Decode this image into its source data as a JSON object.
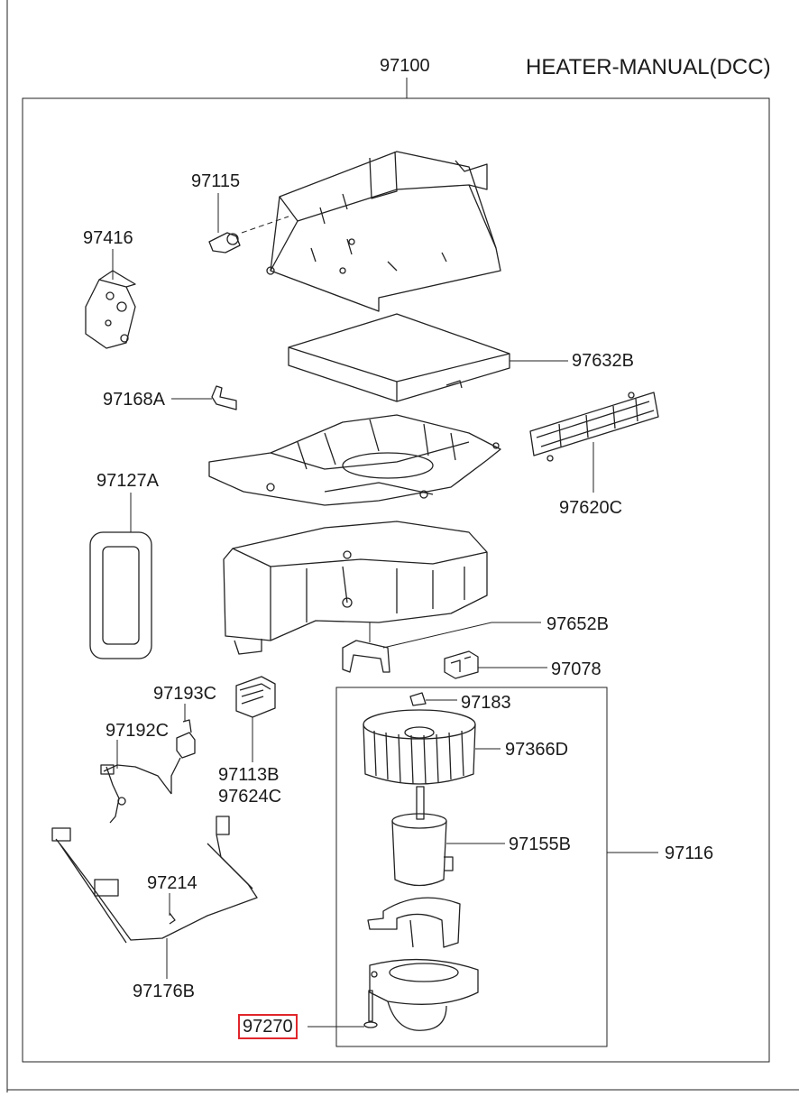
{
  "title": "HEATER-MANUAL(DCC)",
  "assembly_number": "97100",
  "highlight_color": "#e0262b",
  "parts": [
    {
      "id": "p-97115",
      "label": "97115",
      "highlighted": false
    },
    {
      "id": "p-97416",
      "label": "97416",
      "highlighted": false
    },
    {
      "id": "p-97632b",
      "label": "97632B",
      "highlighted": false
    },
    {
      "id": "p-97168a",
      "label": "97168A",
      "highlighted": false
    },
    {
      "id": "p-97620c",
      "label": "97620C",
      "highlighted": false
    },
    {
      "id": "p-97127a",
      "label": "97127A",
      "highlighted": false
    },
    {
      "id": "p-97652b",
      "label": "97652B",
      "highlighted": false
    },
    {
      "id": "p-97078",
      "label": "97078",
      "highlighted": false
    },
    {
      "id": "p-97183",
      "label": "97183",
      "highlighted": false
    },
    {
      "id": "p-97193c",
      "label": "97193C",
      "highlighted": false
    },
    {
      "id": "p-97366d",
      "label": "97366D",
      "highlighted": false
    },
    {
      "id": "p-97192c",
      "label": "97192C",
      "highlighted": false
    },
    {
      "id": "p-97113b",
      "label": "97113B",
      "highlighted": false
    },
    {
      "id": "p-97624c",
      "label": "97624C",
      "highlighted": false
    },
    {
      "id": "p-97155b",
      "label": "97155B",
      "highlighted": false
    },
    {
      "id": "p-97116",
      "label": "97116",
      "highlighted": false
    },
    {
      "id": "p-97214",
      "label": "97214",
      "highlighted": false
    },
    {
      "id": "p-97176b",
      "label": "97176B",
      "highlighted": false
    },
    {
      "id": "p-97270",
      "label": "97270",
      "highlighted": true
    }
  ]
}
